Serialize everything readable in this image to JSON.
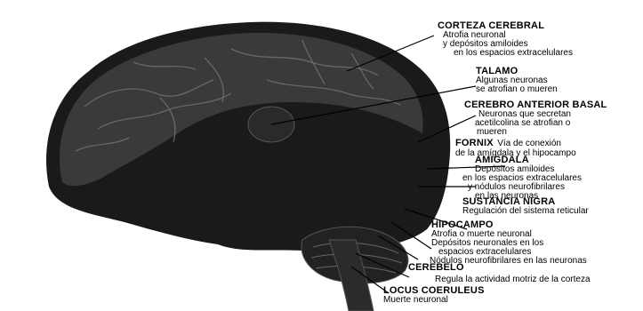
{
  "diagram": {
    "labels": [
      {
        "id": "corteza",
        "title": "CORTEZA CEREBRAL",
        "lines": [
          "Atrofia neuronal",
          "y depósitos amiloides",
          "en los espacios extracelulares"
        ]
      },
      {
        "id": "talamo",
        "title": "TALAMO",
        "lines": [
          "Algunas neuronas",
          "se atrofian o mueren"
        ]
      },
      {
        "id": "cerebro",
        "title": "CEREBRO ANTERIOR BASAL",
        "lines": [
          "Neuronas que secretan",
          "acetilcolina se atrofian o",
          "mueren"
        ]
      },
      {
        "id": "fornix",
        "title": "FORNIX",
        "inline": "Vía de conexión",
        "lines": [
          "de la amígdala y el hipocampo"
        ]
      },
      {
        "id": "amigdala",
        "title": "AMIGDALA",
        "lines": [
          "Depósitos amiloides",
          "en los espacios extracelulares",
          "y nódulos neurofibrilares",
          "en las neuronas"
        ]
      },
      {
        "id": "sustancia",
        "title": "SUSTANCIA NIGRA",
        "lines": [
          "Regulación del sistema reticular"
        ]
      },
      {
        "id": "hipocampo",
        "title": "HIPOCAMPO",
        "lines": [
          "Atrofia o muerte neuronal",
          "Depósitos neuronales en los",
          "espacios extracelulares",
          "Nódulos neurofibrilares en las neuronas"
        ]
      },
      {
        "id": "cerebelo",
        "title": "CEREBELO",
        "lines": [
          "Regula la actividad motriz de la corteza"
        ]
      },
      {
        "id": "locus",
        "title": "LOCUS COERULEUS",
        "lines": [
          "Muerte neuronal"
        ]
      }
    ]
  }
}
